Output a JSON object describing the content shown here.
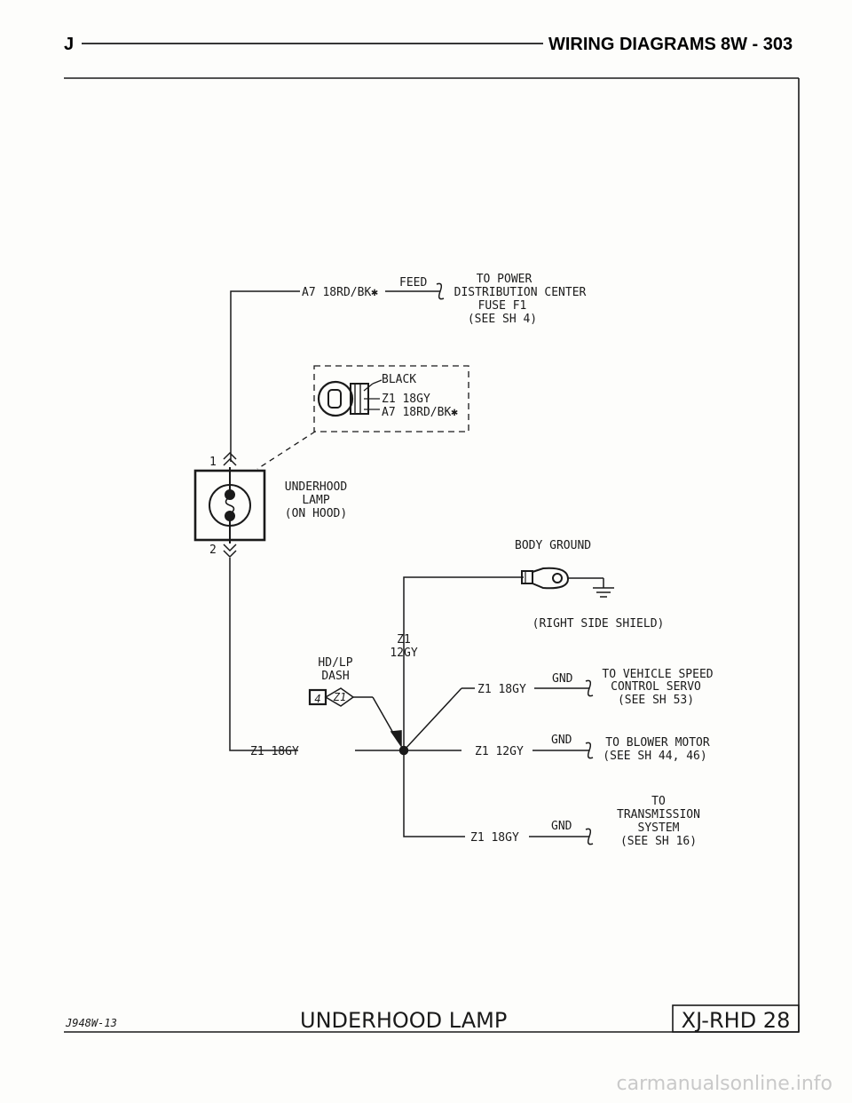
{
  "header": {
    "left_letter": "J",
    "section": "WIRING DIAGRAMS",
    "page_number": "8W - 303"
  },
  "feed_circuit": {
    "wire": "A7 18RD/BK✱",
    "tag": "FEED",
    "destination": [
      "TO POWER",
      "DISTRIBUTION CENTER",
      "FUSE F1",
      "(SEE SH 4)"
    ]
  },
  "connector_detail": {
    "color": "BLACK",
    "pins": [
      "Z1 18GY",
      "A7 18RD/BK✱"
    ]
  },
  "lamp": {
    "pin_top": "1",
    "pin_bottom": "2",
    "name": [
      "UNDERHOOD",
      "LAMP",
      "(ON HOOD)"
    ]
  },
  "ground": {
    "title": "BODY GROUND",
    "location": "(RIGHT SIDE SHIELD)"
  },
  "splice": {
    "top_wire": [
      "Z1",
      "12GY"
    ],
    "dash_label": [
      "HD/LP",
      "DASH"
    ],
    "connector_pin": "4",
    "connector_wire": "Z1",
    "left_wire": "Z1 18GY",
    "right_wire": "Z1 12GY",
    "diag_wire": "Z1 18GY",
    "bottom_wire": "Z1 18GY"
  },
  "gnd_branches": [
    {
      "tag": "GND",
      "destination": [
        "TO VEHICLE SPEED",
        "CONTROL SERVO",
        "(SEE SH 53)"
      ]
    },
    {
      "tag": "GND",
      "destination": [
        "TO BLOWER MOTOR",
        "(SEE SH 44, 46)"
      ]
    },
    {
      "tag": "GND",
      "destination": [
        "TO",
        "TRANSMISSION",
        "SYSTEM",
        "(SEE SH 16)"
      ]
    }
  ],
  "footer": {
    "code": "J948W-13",
    "title": "UNDERHOOD LAMP",
    "model": "XJ-RHD 28"
  },
  "watermark": "carmanualsonline.info"
}
